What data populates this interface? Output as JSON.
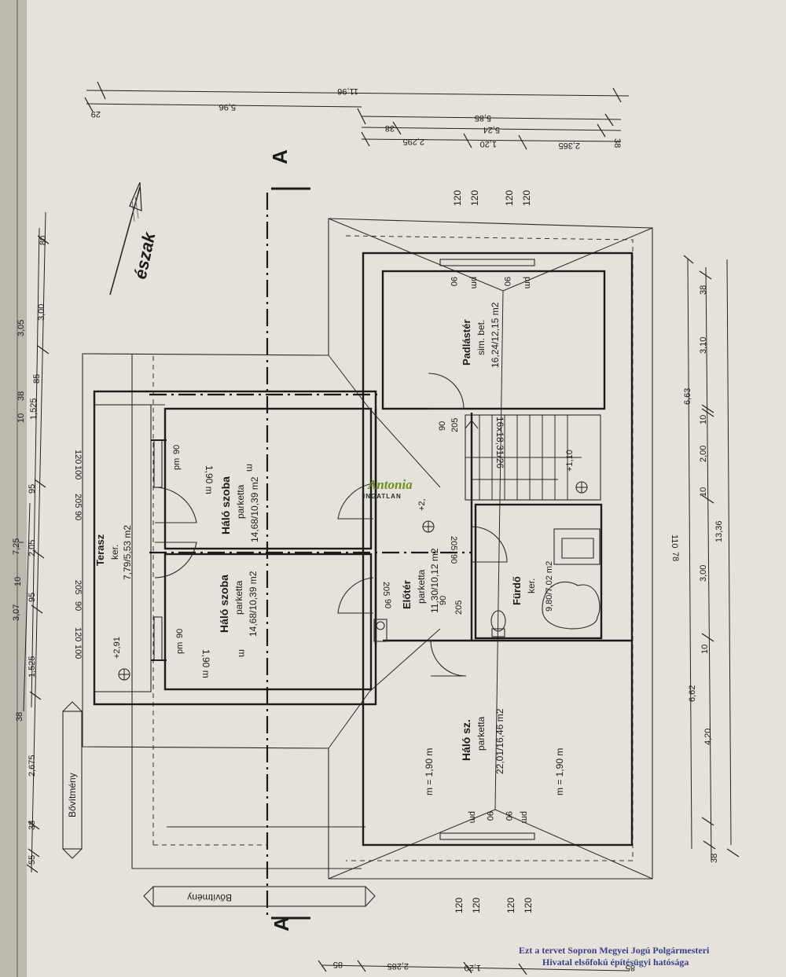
{
  "rooms": {
    "terasz": {
      "name": "Terasz",
      "floor": "ker.",
      "area": "7,79/5,53 m2"
    },
    "halo1": {
      "name": "Háló szoba",
      "floor": "parketta",
      "area": "14,68/10,39 m2",
      "h1": "1,90 m",
      "h2": "m"
    },
    "halo2": {
      "name": "Háló szoba",
      "floor": "parketta",
      "area": "14,68/10,39 m2",
      "h1": "1,90 m",
      "h2": "m"
    },
    "eloter": {
      "name": "Előtér",
      "floor": "parketta",
      "area": "11,30/10,12 m2"
    },
    "furdo": {
      "name": "Fürdő",
      "floor": "ker.",
      "area": "9,80/7,02 m2"
    },
    "padlaster": {
      "name": "Padlástér",
      "floor": "sim. bet.",
      "area": "16,24/12,15 m2"
    },
    "halo3": {
      "name": "Háló sz.",
      "floor": "parketta",
      "area": "22,01/16,46 m2",
      "h1": "m = 1,90 m",
      "h2": "m = 1,90 m"
    },
    "stairs": {
      "label": "16x18,31/26"
    }
  },
  "labels": {
    "north": "észak",
    "section_a": "A",
    "bovitmeny": "Bővítmény",
    "logo_main": "Antonia",
    "logo_sub": "INGATLAN",
    "stamp_line1": "Ezt a tervet Sopron Megyei Jogú Polgármesteri",
    "stamp_line2": "Hivatal elsőfokú építésügyi hatósága"
  },
  "levels": {
    "terrace": "+2,91",
    "hall": "+2,",
    "stair": "+1,10"
  },
  "window_labels": {
    "pm": "pm",
    "n90": "90",
    "n120": "120",
    "n100": "100",
    "n205": "205",
    "n110": "110",
    "n78": "78"
  },
  "top_dims": {
    "row1": [
      "11,96"
    ],
    "row2": [
      "29",
      "5,96"
    ],
    "row3": [
      "5,85"
    ],
    "row4": [
      "38",
      "5,24",
      "38"
    ],
    "row5": [
      "2,295",
      "1,20",
      "2,365"
    ]
  },
  "left_dims": {
    "outer": [
      "7,25"
    ],
    "mid": [
      "3,05",
      "80",
      "3,00"
    ],
    "inner": [
      "38",
      "1,525",
      "95",
      "3,07",
      "95",
      "1,525",
      "38"
    ],
    "inner2": [
      "10",
      "2,05",
      "10"
    ],
    "lower": [
      "85",
      "2,675",
      "38",
      "55"
    ]
  },
  "right_dims": {
    "total": "13,36",
    "halves": [
      "6,63",
      "6,62"
    ],
    "parts": [
      "38",
      "3,10",
      "10",
      "2,00",
      "10",
      "3,00",
      "10",
      "4,20",
      "38"
    ]
  },
  "bottom_dims": [
    "85",
    "2,285",
    "1,20",
    "85"
  ]
}
